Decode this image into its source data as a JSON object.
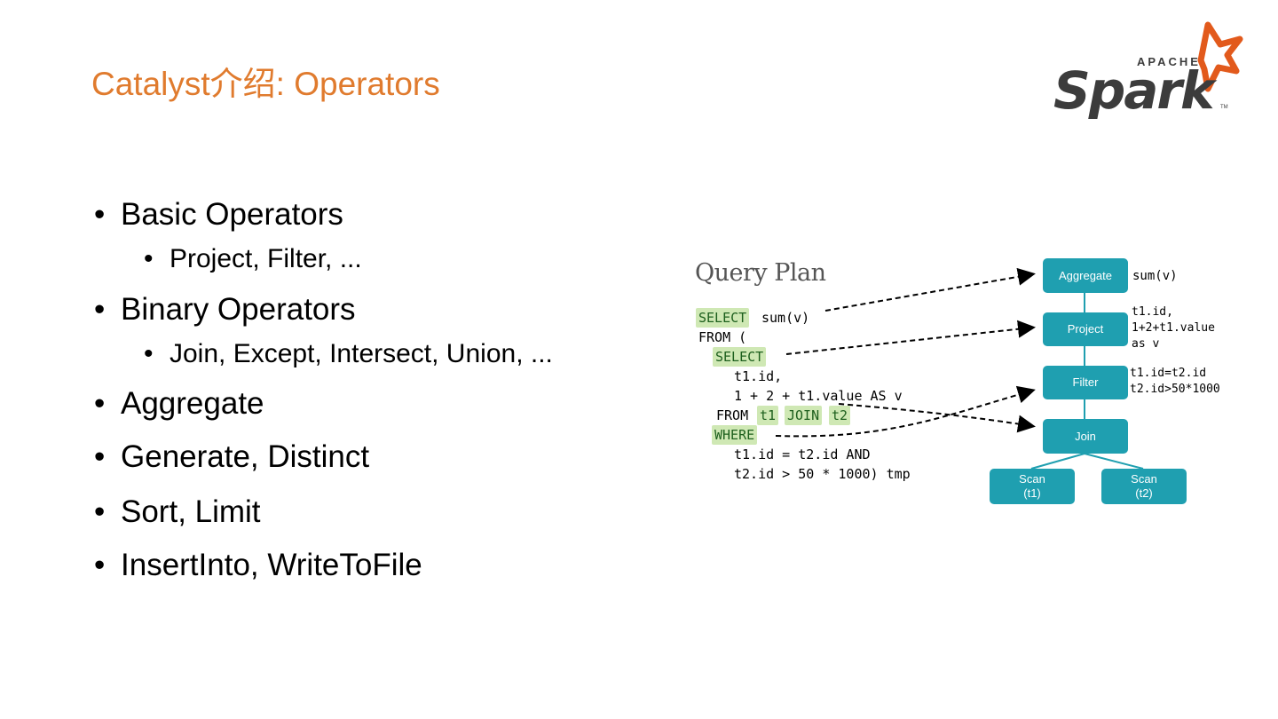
{
  "title": "Catalyst介绍: Operators",
  "logo": {
    "apache": "APACHE",
    "name": "Spark",
    "tm": "TM"
  },
  "bullets": {
    "b1": "Basic Operators",
    "b1_sub": "Project, Filter, ...",
    "b2": "Binary Operators",
    "b2_sub": "Join, Except, Intersect, Union, ...",
    "b3": "Aggregate",
    "b4": "Generate, Distinct",
    "b5": "Sort, Limit",
    "b6": "InsertInto, WriteToFile",
    "bullet_char": "•"
  },
  "query_plan": {
    "title": "Query Plan",
    "kw_select1": "SELECT",
    "code_sum": "sum(v)",
    "code_from": "FROM (",
    "kw_select2": "SELECT",
    "code_t1id": "t1.id,",
    "code_expr": "1 + 2 + t1.value AS v",
    "code_from2": "FROM",
    "kw_t1": "t1",
    "kw_join": "JOIN",
    "kw_t2": "t2",
    "kw_where": "WHERE",
    "code_cond1": "t1.id = t2.id AND",
    "code_cond2": "t2.id > 50 * 1000) tmp"
  },
  "tree": {
    "aggregate": "Aggregate",
    "project": "Project",
    "filter": "Filter",
    "join": "Join",
    "scan1_a": "Scan",
    "scan1_b": "(t1)",
    "scan2_a": "Scan",
    "scan2_b": "(t2)",
    "note_aggregate": "sum(v)",
    "note_project": "t1.id,\n1+2+t1.value\nas v",
    "note_filter": "t1.id=t2.id\nt2.id>50*1000"
  },
  "colors": {
    "title": "#e07b2e",
    "node": "#1f9fb0",
    "keyword_bg": "#cfe8b4",
    "logo_dark": "#3c3c3c",
    "logo_star": "#e25a1c"
  }
}
